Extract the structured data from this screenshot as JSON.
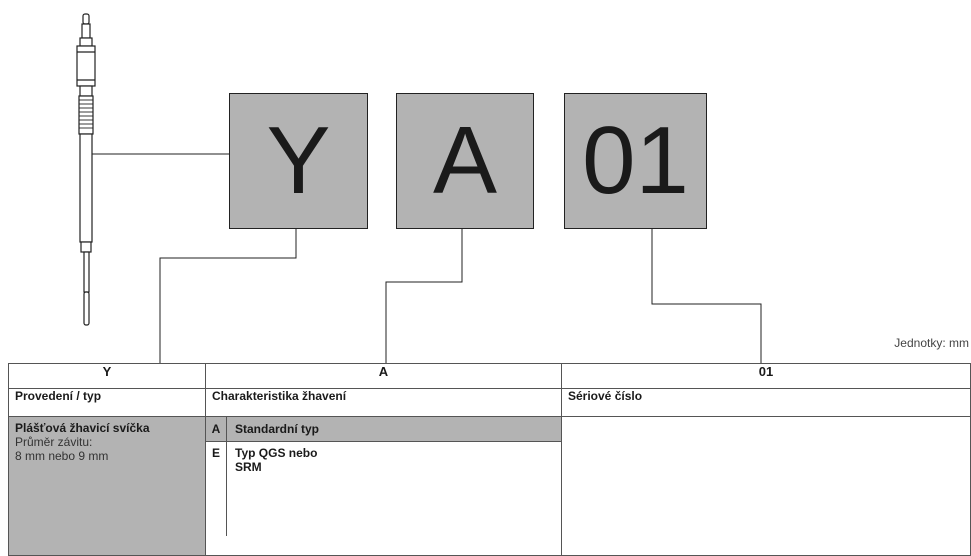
{
  "code": {
    "part1": "Y",
    "part2": "A",
    "part3": "01"
  },
  "units_label": "Jednotky: mm",
  "table": {
    "headers": [
      "Y",
      "A",
      "01"
    ],
    "subheaders": [
      "Provedení / typ",
      "Charakteristika žhavení",
      "Sériové číslo"
    ],
    "type_title": "Plášťová žhavicí svíčka",
    "type_desc_line1": "Průměr závitu:",
    "type_desc_line2": "8 mm nebo 9 mm",
    "glow_rows": [
      {
        "key": "A",
        "value": "Standardní typ"
      },
      {
        "key": "E",
        "value_line1": "Typ QGS nebo",
        "value_line2": "SRM"
      }
    ]
  },
  "colors": {
    "box_fill": "#b3b3b3",
    "line": "#222222"
  }
}
